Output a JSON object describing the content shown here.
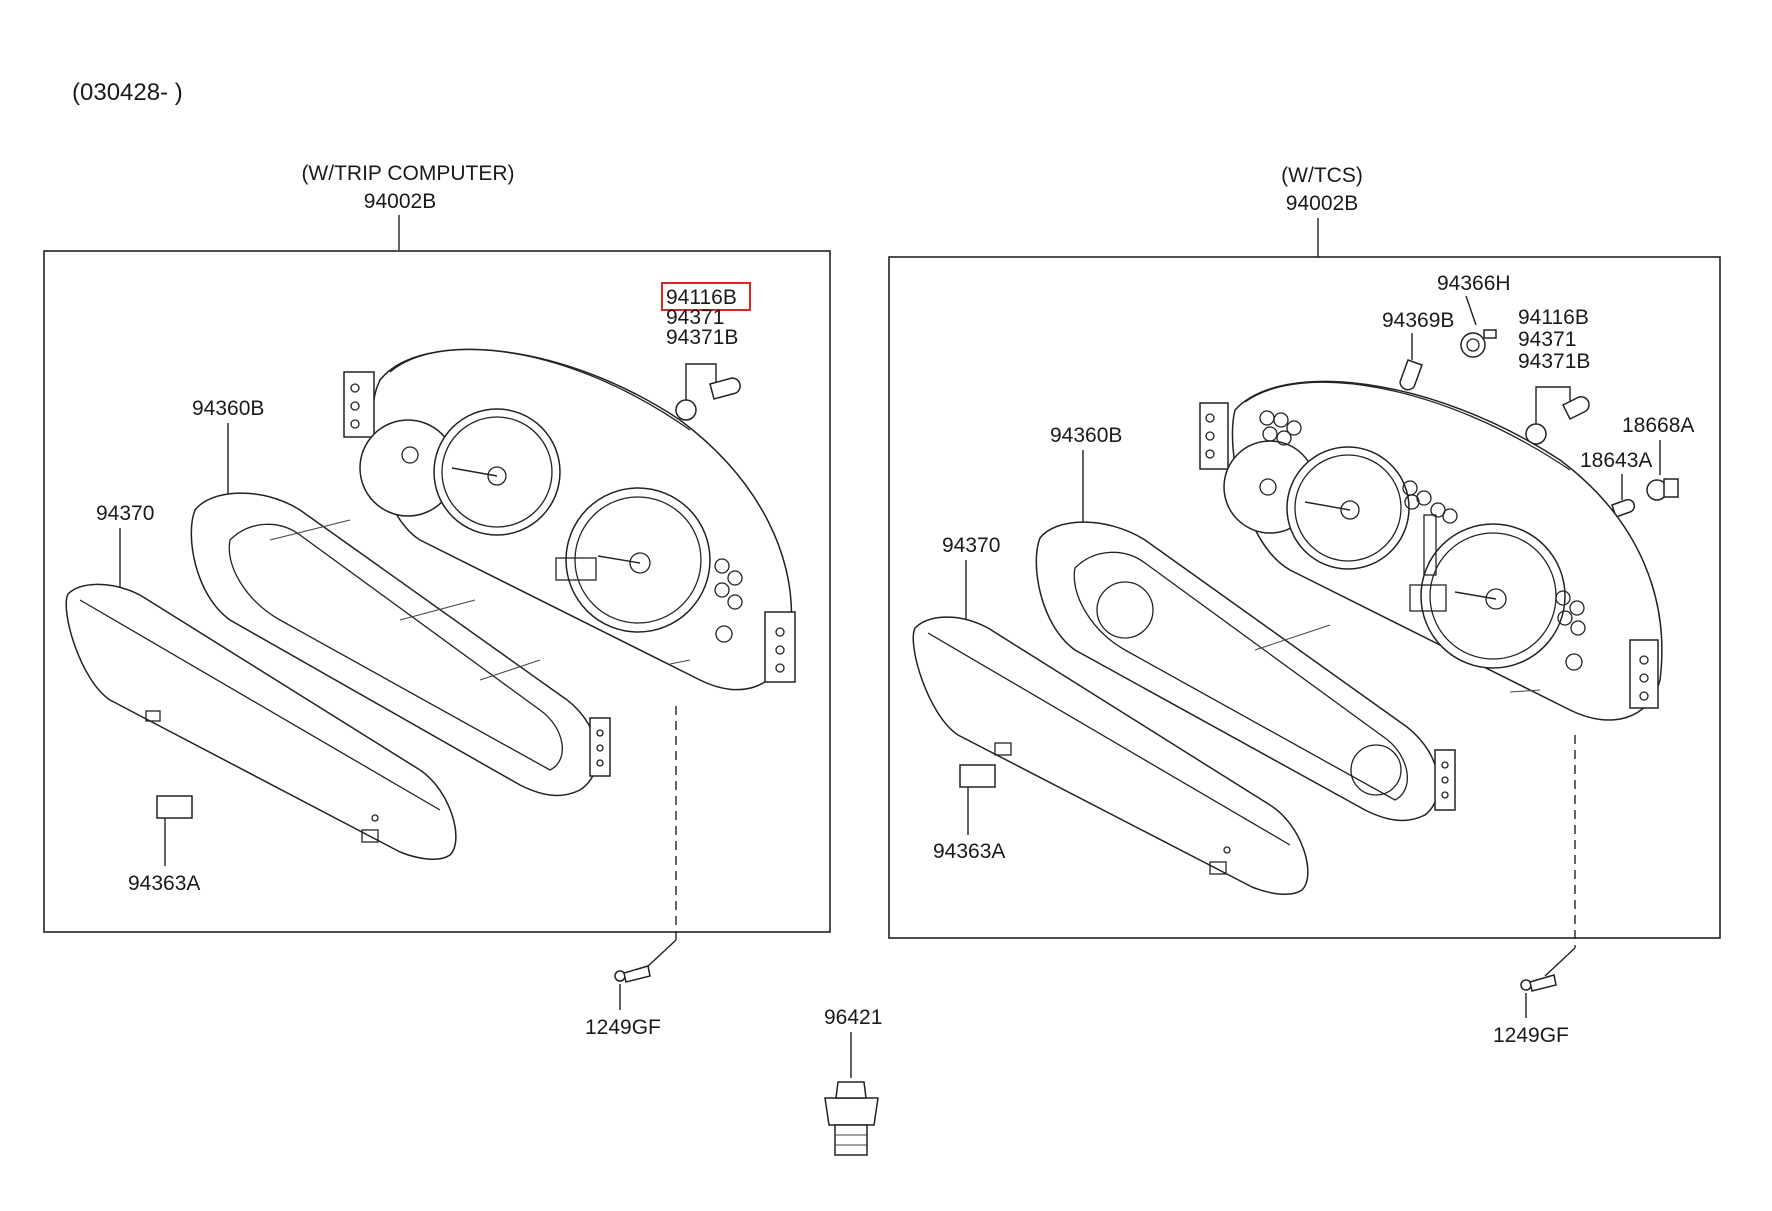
{
  "date_code": "(030428- )",
  "left_assembly": {
    "variant": "(W/TRIP COMPUTER)",
    "assembly_no": "94002B",
    "parts": {
      "bulb_a": "94116B",
      "bulb_b": "94371",
      "bulb_c": "94371B",
      "case": "94360B",
      "lens": "94370",
      "plate": "94363A",
      "screw": "1249GF"
    },
    "highlighted_part": "94116B",
    "highlight_color": "#d62828"
  },
  "right_assembly": {
    "variant": "(W/TCS)",
    "assembly_no": "94002B",
    "parts": {
      "holder": "94366H",
      "bulb_d": "94369B",
      "bulb_a": "94116B",
      "bulb_b": "94371",
      "bulb_c": "94371B",
      "socket_a": "18668A",
      "socket_b": "18643A",
      "case": "94360B",
      "lens": "94370",
      "plate": "94363A",
      "screw": "1249GF"
    }
  },
  "sensor": {
    "part_no": "96421"
  }
}
